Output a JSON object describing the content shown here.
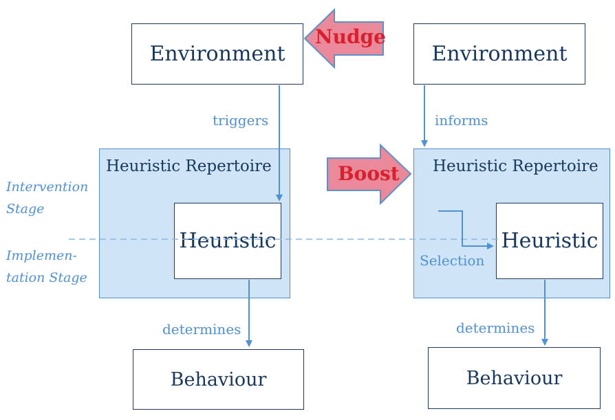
{
  "left": {
    "environment": "Environment",
    "edge_top": "triggers",
    "repertoire": "Heuristic Repertoire",
    "heuristic": "Heuristic",
    "edge_bottom": "determines",
    "behaviour": "Behaviour"
  },
  "right": {
    "environment": "Environment",
    "edge_top": "informs",
    "repertoire": "Heuristic Repertoire",
    "heuristic": "Heuristic",
    "selection": "Selection",
    "edge_bottom": "determines",
    "behaviour": "Behaviour"
  },
  "interventions": {
    "nudge": "Nudge",
    "boost": "Boost"
  },
  "stages": {
    "intervention_line1": "Intervention",
    "intervention_line2": "Stage",
    "implementation_line1": "Implemen-",
    "implementation_line2": "tation Stage"
  },
  "colors": {
    "box_border": "#1f3a5a",
    "panel_fill": "#cfe4f7",
    "accent_blue": "#4f91d1",
    "intervention_fill": "#e9899a",
    "intervention_text": "#d8202e"
  }
}
